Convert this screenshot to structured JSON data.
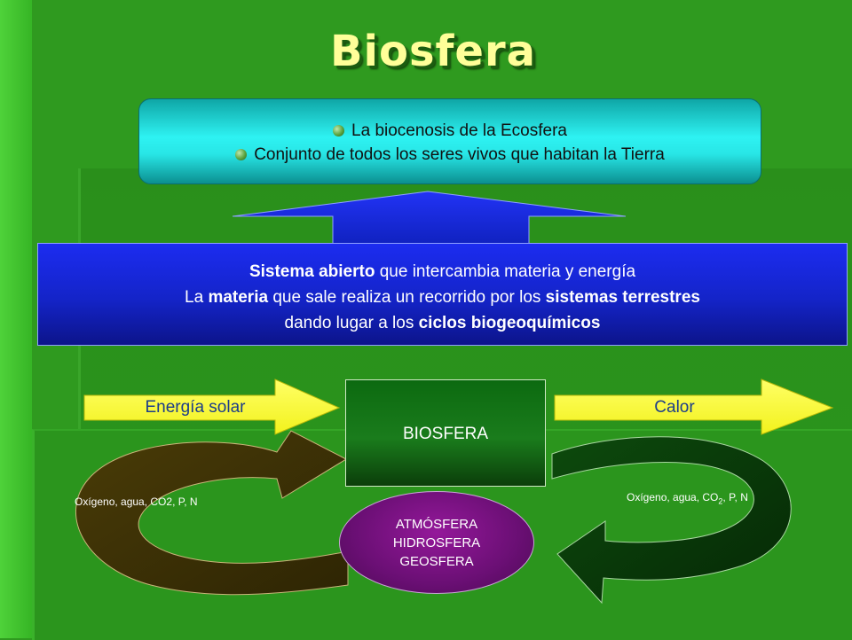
{
  "title": "Biosfera",
  "definition": {
    "line1": "La biocenosis de la Ecosfera",
    "line2": "Conjunto de todos los seres vivos que habitan la Tierra"
  },
  "system": {
    "l1_a": "Sistema",
    "l1_b": " abierto",
    "l1_c": " que intercambia materia y energía",
    "l2_a": "La ",
    "l2_b": "materia",
    "l2_c": " que sale realiza un recorrido por los ",
    "l2_d": "sistemas terrestres",
    "l3_a": "dando lugar a los ",
    "l3_b": "ciclos biogeoquímicos"
  },
  "flow": {
    "input_label": "Energía solar",
    "output_label": "Calor",
    "center_label": "BIOSFERA"
  },
  "spheres": [
    "ATMÓSFERA",
    "HIDROSFERA",
    "GEOSFERA"
  ],
  "cycles": {
    "left_label": "Oxígeno, agua, CO2, P, N",
    "right_label_a": "Oxígeno, agua, CO",
    "right_label_sub": "2",
    "right_label_b": ", P, N"
  },
  "colors": {
    "title": "#ffff99",
    "yellow_arrow": "#ffff33",
    "cyan_box": "#2ef2f2",
    "blue_box": "#1424c8",
    "left_cycle": "#3a2f05",
    "right_cycle": "#0a3a0a",
    "ellipse": "#6a0f74"
  }
}
